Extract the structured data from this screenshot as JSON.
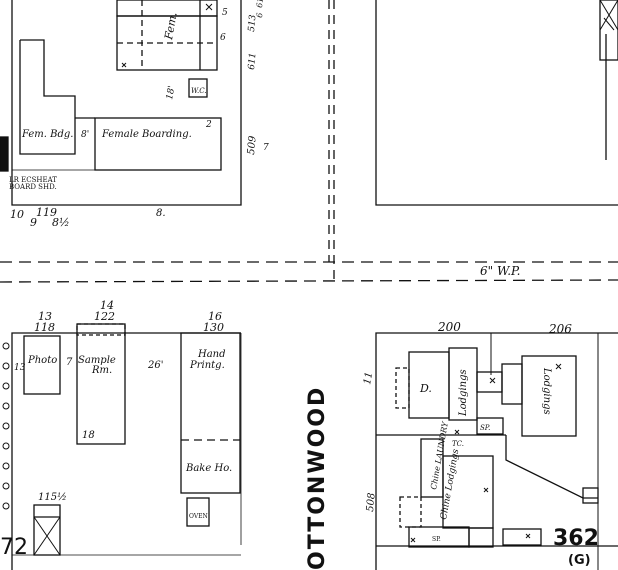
{
  "map": {
    "street_name": "OTTONWOOD",
    "water_pipe": "6\" W.P.",
    "sheet_number": "362",
    "sheet_letter": "(G)"
  },
  "upper_block": {
    "fem_label": "Fem.",
    "numbers": {
      "n5": "5",
      "n6": "6",
      "n6b": "6",
      "n611": "611",
      "n513": "513",
      "n61": "61"
    },
    "fem_bdg": "Fem. Bdg.",
    "fem_bdg_8": "8'",
    "female_boarding": "Female Boarding.",
    "fb_num": "2",
    "wc": "W.C.",
    "dim_18": "18'",
    "addr_509": "509",
    "addr_7": "7",
    "eh_line1": "LR ECSHEAT",
    "eh_line2": "BOARD SHD.",
    "lot_10": "10",
    "lot_119": "119",
    "lot_9": "9",
    "lot_8half": "8½",
    "lot_8": "8."
  },
  "lower_left": {
    "n13": "13",
    "n118": "118",
    "n14": "14",
    "n122": "122",
    "n16": "16",
    "n130": "130",
    "n13b": "13",
    "photo": "Photo",
    "n7": "7",
    "sample_rm_1": "Sample",
    "sample_rm_2": "Rm.",
    "dim_26": "26'",
    "hand_print_1": "Hand",
    "hand_print_2": "Printg.",
    "dim_18": "18",
    "bake_ho": "Bake Ho.",
    "oven": "OVEN",
    "n115half": "115½",
    "n72": "72"
  },
  "lower_right": {
    "n200": "200",
    "n206": "206",
    "n11": "11",
    "d": "D.",
    "lodgings_1": "Lodgings",
    "lodgings_2": "Lodgings",
    "lodgings_3": "Lodgings",
    "sp": "SP.",
    "sp2": "SP.",
    "chinese_laundry": "Chine LAUNDRY",
    "chine_lodgings": "Chine Lodgings",
    "n508": "508",
    "tc": "TC."
  }
}
